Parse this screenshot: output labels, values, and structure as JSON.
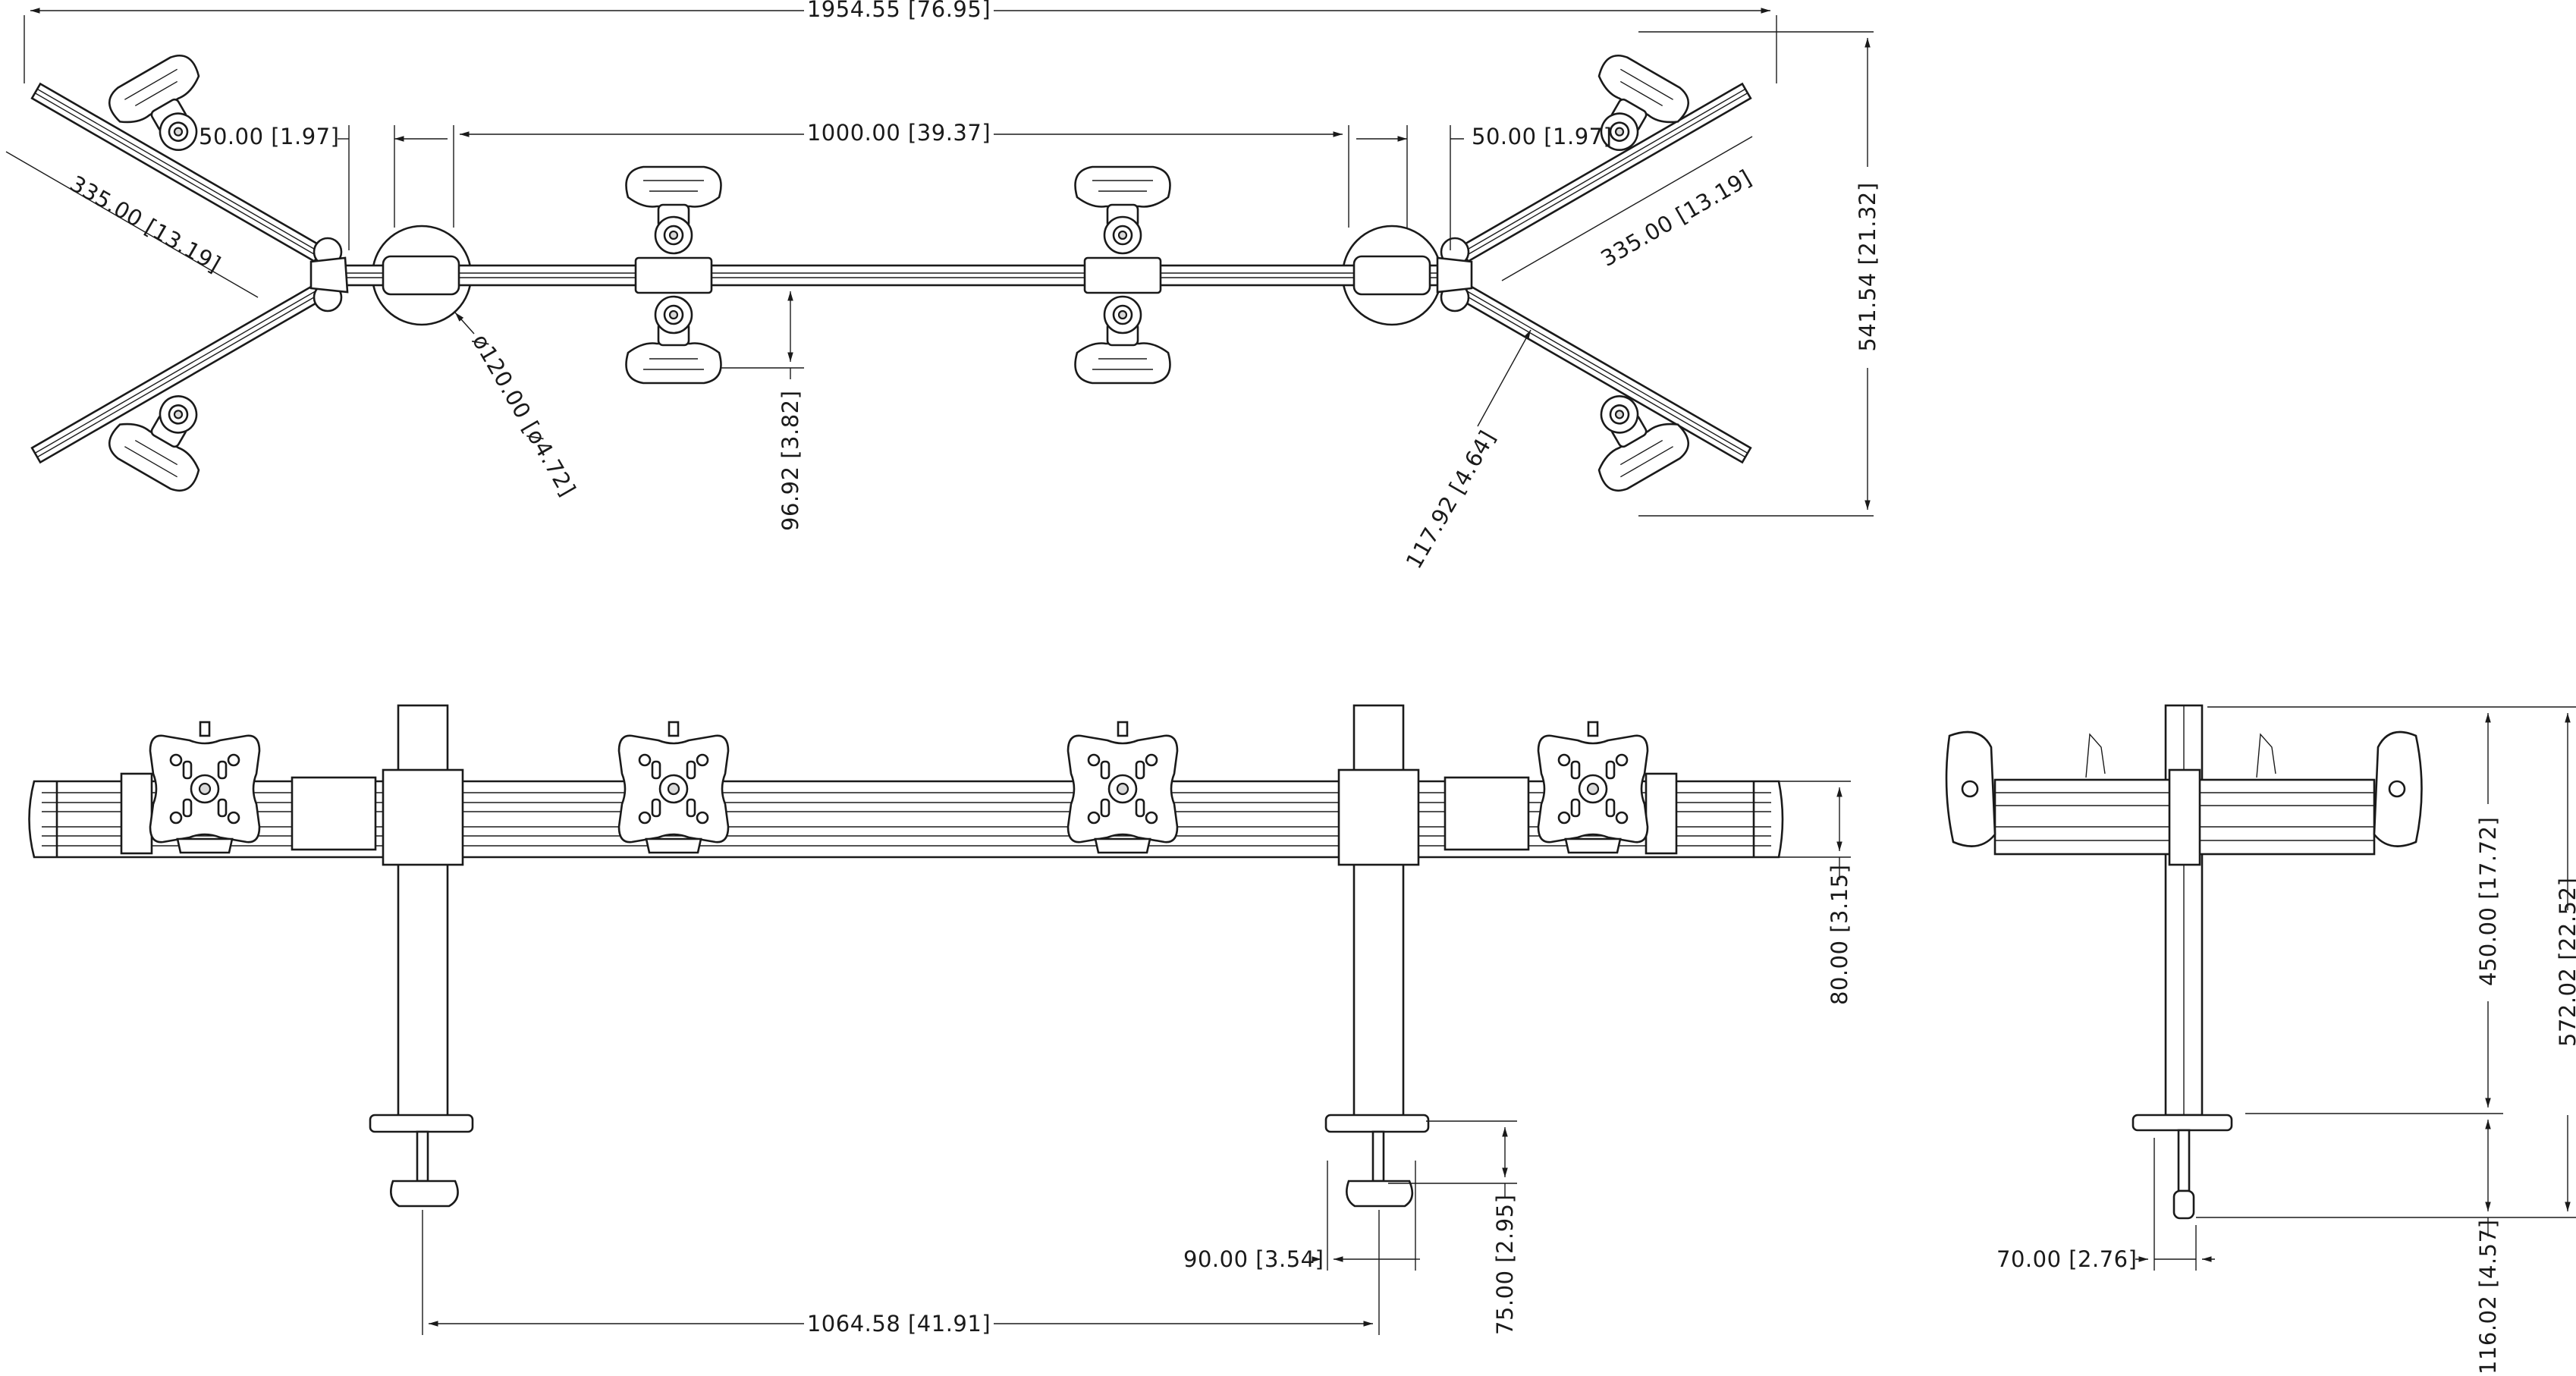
{
  "drawing": {
    "dimensions": {
      "overall_width": "1954.55 [76.95]",
      "clamp_offset_left": "50.00 [1.97]",
      "pole_spacing": "1000.00 [39.37]",
      "clamp_offset_right": "50.00 [1.97]",
      "arm_length_left": "335.00 [13.19]",
      "arm_length_right": "335.00 [13.19]",
      "overall_depth": "541.54 [21.32]",
      "pole_base_diameter": "ø120.00 [ø4.72]",
      "bar_offset": "96.92 [3.82]",
      "arm_offset": "117.92 [4.64]",
      "bar_height": "80.00 [3.15]",
      "clamp_width": "90.00 [3.54]",
      "clamp_depth": "75.00 [2.95]",
      "clamp_spacing": "1064.58 [41.91]",
      "pole_height": "450.00 [17.72]",
      "overall_height": "572.02 [22.52]",
      "side_clamp_width": "70.00 [2.76]",
      "clamp_range": "116.02 [4.57]"
    }
  }
}
